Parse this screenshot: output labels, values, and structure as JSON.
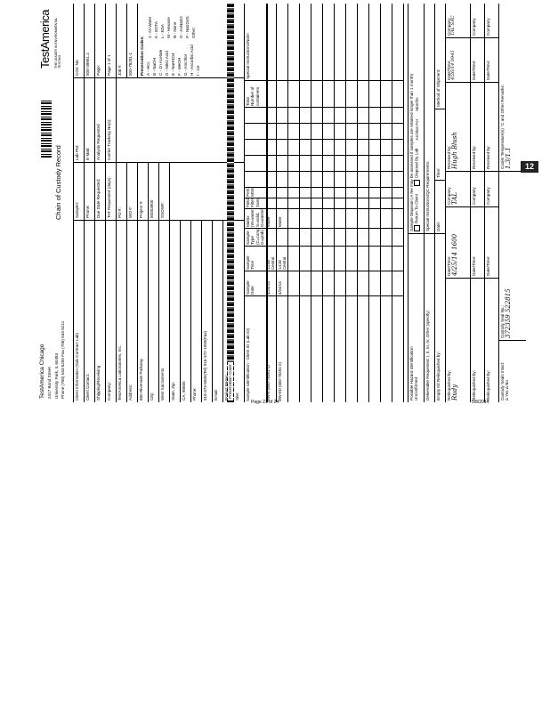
{
  "header": {
    "lab_name": "TestAmerica Chicago",
    "lab_address1": "2417 Bond Street",
    "lab_address2": "University Park, IL 60484",
    "lab_phone": "Phone (708) 534-5200 Fax (708) 534-5211",
    "title": "Chain of Custody Record",
    "logo": "TestAmerica",
    "logo_tagline": "THE LEADER IN ENVIRONMENTAL TESTING"
  },
  "client": {
    "left": [
      "Client Information (Sub Contract Lab)",
      "Client Contact:",
      "Shipping/Receiving",
      "Company:",
      "TestAmerica Laboratories, Inc.",
      "Address:",
      "880 Riverside Parkway",
      "City:",
      "West Sacramento",
      "State, Zip:",
      "CA, 95605",
      "Phone:",
      "916-373-5600(Tel) 916-372-1059(Fax)",
      "Email:",
      "Project Name:",
      "Site:"
    ],
    "middle": [
      "Sampler:",
      "Phone:",
      "Due Date Requested:",
      "TAT Requested (days):",
      "PO #:",
      "WO #:",
      "Project #:",
      "50003900",
      "SSOW#:"
    ],
    "middle2": [
      "Lab PM:",
      "E-Mail:",
      "Analysis Requested",
      "Carrier Tracking No(s):"
    ],
    "right": [
      "COC No:",
      "500-39951.1",
      "Page:",
      "Page 1 of 1",
      "Job #:",
      "500-78281-1"
    ],
    "preservation_title": "Preservation Codes:",
    "preservation": [
      "A - HCL",
      "B - NaOH",
      "C - Zn Acetate",
      "D - Nitric Acid",
      "E - NaHSO4",
      "F - MeOH",
      "G - Amchlor",
      "H - Ascorbic Acid",
      "I - Ice",
      "J - DI Water",
      "K - EDTA",
      "L - EDA",
      "M - Hexane",
      "N - None",
      "O - AsNaO2",
      "P - Na2O4S",
      "Other:"
    ]
  },
  "sample_table": {
    "headers": [
      "Sample Identification - Client ID (Lab ID)",
      "Sample Date",
      "Sample Time",
      "Sample Type (C=comp, G=grab)",
      "Matrix (W=water, S=solid, O=waste/oil)",
      "Field Filtered Sample",
      "Perform MS/MSD",
      "",
      "",
      "",
      "",
      "",
      "Total Number of containers",
      "Special Instructions/Note:"
    ],
    "preservation_code_label": "Preservation Code:",
    "rows": [
      {
        "id": "MW-6 (500-78281-1)",
        "date": "4/24/14",
        "time": "13:55 Central",
        "type": "",
        "matrix": "Water",
        "note": ""
      },
      {
        "id": "MW-8D (500-78281-2)",
        "date": "4/24/14",
        "time": "14:30 Central",
        "type": "",
        "matrix": "Water",
        "note": ""
      }
    ]
  },
  "bottom": {
    "hazard": "Possible Hazard Identification",
    "hazard_value": "Unconfirmed",
    "disposal": "Sample Disposal ( A fee may be assessed if samples are retained longer than 1 month)",
    "return_to_client": "Return To Client",
    "disposal_by_lab": "Disposal By Lab",
    "archive": "Archive For",
    "months": "Months",
    "deliverable": "Deliverable Requested: I, II, III, IV, Other (specify)",
    "special": "Special Instructions/QC Requirements:",
    "empty_kit": "Empty Kit Relinquished by:",
    "date": "Date:",
    "time": "Time:",
    "method": "Method of Shipment:",
    "relinquished_by": "Relinquished by:",
    "received_by": "Received by:",
    "datetime": "Date/Time:",
    "company": "Company",
    "sig1": "Rudy",
    "sig1_datetime": "4/25/14 1600",
    "sig1_company": "TAL",
    "rec1": "Hugh Blush",
    "rec1_datetime": "4/26/14 0945",
    "rec1_company": "TAL SAC",
    "custody_seals": "Custody Seals Intact:",
    "yes_no": "Δ Yes Δ No",
    "seal_no": "Custody Seal No.:",
    "cooler": "Cooler Temperature(s) °C and Other Remarks:",
    "seal_numbers": "372359  522815",
    "cooler_value": "1.3/1.1"
  },
  "footer": {
    "page": "Page 21 of 24",
    "date": "5/8/2014"
  },
  "badge": "12"
}
